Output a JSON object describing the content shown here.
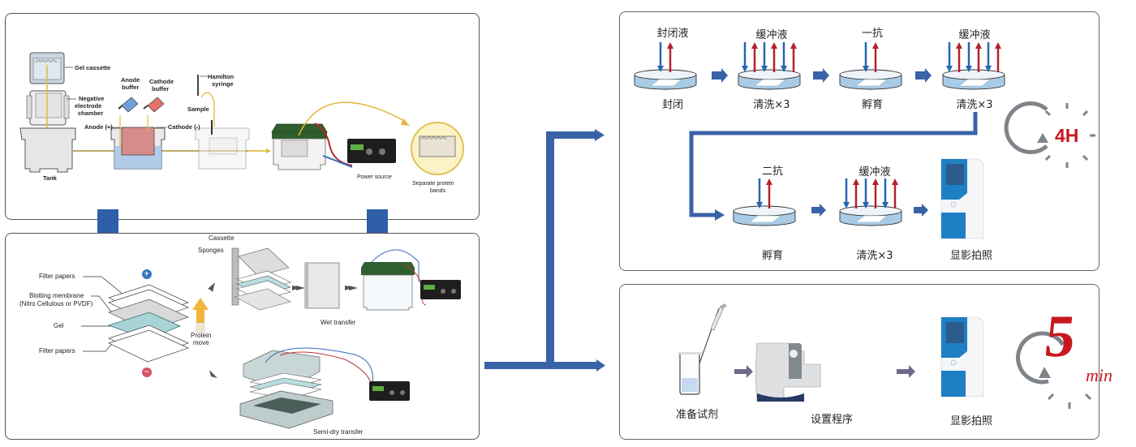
{
  "colors": {
    "flow_arrow_blue": "#3a62a7",
    "down_arrow_blue": "#2f5fa8",
    "grey_arrow": "#6e6a8c",
    "up_arrow_red": "#b5202e",
    "down_arrow_small_blue": "#2566b0",
    "timer_grey": "#7f8489",
    "timer_red": "#c8181f",
    "instrument_blue": "#1f7fc4"
  },
  "electrophoresis_panel": {
    "labels": {
      "gel_cassette": "Gel cassette",
      "negative_electrode_chamber": [
        "Negative",
        "electrode",
        "chamber"
      ],
      "anode_buffer": [
        "Anode",
        "buffer"
      ],
      "cathode_buffer": [
        "Cathode",
        "buffer"
      ],
      "hamilton_syringe": [
        "Hamilton",
        "syringe"
      ],
      "sample": "Sample",
      "anode": "Anode (+)",
      "cathode": "Cathode (-)",
      "tank": "Tank",
      "power_source": "Power source",
      "separate_protein_bands": [
        "Separate protein",
        "bands"
      ]
    }
  },
  "transfer_panel": {
    "labels": {
      "filter_papers_top": "Filter papers",
      "blotting_membrane": "Blotting membrane",
      "membrane_type": "(Nitro Cellulous or PVDF)",
      "gel": "Gel",
      "filter_papers_bottom": "Filter papers",
      "protein_move": [
        "Protein",
        "move"
      ],
      "cassette": "Cassette",
      "sponges": "Sponges",
      "wet_transfer": "Wet transfer",
      "semi_dry_transfer": "Semi-dry transfer",
      "plus_sign": "+",
      "minus_sign": "−"
    }
  },
  "traditional_workflow": {
    "row1": [
      {
        "reagent": "封闭液",
        "step": "封闭",
        "arrows": 1
      },
      {
        "reagent": "缓冲液",
        "step": "清洗×3",
        "arrows": 3
      },
      {
        "reagent": "一抗",
        "step": "孵育",
        "arrows": 1
      },
      {
        "reagent": "缓冲液",
        "step": "清洗×3",
        "arrows": 3
      }
    ],
    "row2": [
      {
        "reagent": "二抗",
        "step": "孵育",
        "arrows": 1
      },
      {
        "reagent": "缓冲液",
        "step": "清洗×3",
        "arrows": 3
      }
    ],
    "final_step": "显影拍照",
    "duration": "4H"
  },
  "automated_workflow": {
    "steps": [
      "准备试剂",
      "设置程序",
      "显影拍照"
    ],
    "duration_number": "5",
    "duration_unit": "min"
  }
}
